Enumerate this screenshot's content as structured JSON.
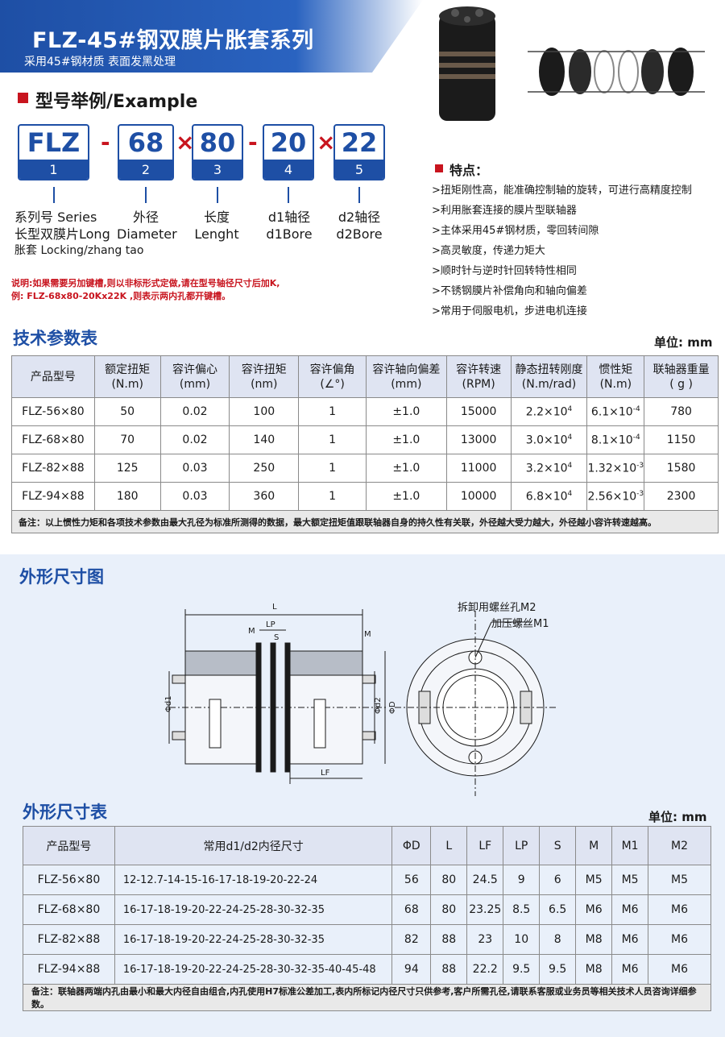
{
  "header": {
    "title": "FLZ-45#钢双膜片胀套系列",
    "subtitle": "采用45#钢材质 表面发黑处理"
  },
  "example": {
    "heading": "型号举例/Example",
    "boxes": [
      {
        "code": "FLZ",
        "num": "1"
      },
      {
        "code": "68",
        "num": "2"
      },
      {
        "code": "80",
        "num": "3"
      },
      {
        "code": "20",
        "num": "4"
      },
      {
        "code": "22",
        "num": "5"
      }
    ],
    "separators": [
      "-",
      "×",
      "-",
      "×"
    ],
    "captions": [
      {
        "l1": "系列号 Series",
        "l2": "长型双膜片Long",
        "l3": "胀套 Locking/zhang tao"
      },
      {
        "l1": "外径",
        "l2": "Diameter"
      },
      {
        "l1": "长度",
        "l2": "Lenght"
      },
      {
        "l1": "d1轴径",
        "l2": "d1Bore"
      },
      {
        "l1": "d2轴径",
        "l2": "d2Bore"
      }
    ],
    "note_line1": "说明:如果需要另加键槽,则以非标形式定做,请在型号轴径尺寸后加K,",
    "note_line2": "例: FLZ-68x80-20Kx22K ,则表示两内孔都开键槽。"
  },
  "features": {
    "heading": "特点：",
    "items": [
      ">扭矩刚性高，能准确控制轴的旋转，可进行高精度控制",
      ">利用胀套连接的膜片型联轴器",
      ">主体采用45#钢材质，零回转间隙",
      ">高灵敏度，传递力矩大",
      ">顺时针与逆时针回转特性相同",
      ">不锈钢膜片补偿角向和轴向偏差",
      ">常用于伺服电机，步进电机连接"
    ]
  },
  "tech_table": {
    "heading": "技术参数表",
    "unit": "单位: mm",
    "headers": [
      {
        "l1": "产品型号",
        "l2": ""
      },
      {
        "l1": "额定扭矩",
        "l2": "(N.m)"
      },
      {
        "l1": "容许偏心",
        "l2": "(mm)"
      },
      {
        "l1": "容许扭矩",
        "l2": "(nm)"
      },
      {
        "l1": "容许偏角",
        "l2": "(∠°)"
      },
      {
        "l1": "容许轴向偏差",
        "l2": "(mm)"
      },
      {
        "l1": "容许转速",
        "l2": "(RPM)"
      },
      {
        "l1": "静态扭转刚度",
        "l2": "(N.m/rad)"
      },
      {
        "l1": "惯性矩",
        "l2": "(N.m)"
      },
      {
        "l1": "联轴器重量",
        "l2": "( g )"
      }
    ],
    "rows": [
      {
        "model": "FLZ-56×80",
        "torque": "50",
        "ecc": "0.02",
        "allow": "100",
        "angle": "1",
        "axial": "±1.0",
        "rpm": "15000",
        "stiff_base": "2.2×10",
        "stiff_exp": "4",
        "inertia_base": "6.1×10",
        "inertia_exp": "-4",
        "weight": "780"
      },
      {
        "model": "FLZ-68×80",
        "torque": "70",
        "ecc": "0.02",
        "allow": "140",
        "angle": "1",
        "axial": "±1.0",
        "rpm": "13000",
        "stiff_base": "3.0×10",
        "stiff_exp": "4",
        "inertia_base": "8.1×10",
        "inertia_exp": "-4",
        "weight": "1150"
      },
      {
        "model": "FLZ-82×88",
        "torque": "125",
        "ecc": "0.03",
        "allow": "250",
        "angle": "1",
        "axial": "±1.0",
        "rpm": "11000",
        "stiff_base": "3.2×10",
        "stiff_exp": "4",
        "inertia_base": "1.32×10",
        "inertia_exp": "-3",
        "weight": "1580"
      },
      {
        "model": "FLZ-94×88",
        "torque": "180",
        "ecc": "0.03",
        "allow": "360",
        "angle": "1",
        "axial": "±1.0",
        "rpm": "10000",
        "stiff_base": "6.8×10",
        "stiff_exp": "4",
        "inertia_base": "2.56×10",
        "inertia_exp": "-3",
        "weight": "2300"
      }
    ],
    "note": "备注：以上惯性力矩和各项技术参数由最大孔径为标准所测得的数据，最大额定扭矩值跟联轴器自身的持久性有关联，外径越大受力越大，外径越小容许转速越高。"
  },
  "drawing": {
    "heading": "外形尺寸图",
    "labels": {
      "L": "L",
      "LP": "LP",
      "M": "M",
      "M_right": "M",
      "S": "S",
      "LF": "LF",
      "d1": "Φd1",
      "d2": "Φd2",
      "D": "ΦD",
      "m2": "拆卸用螺丝孔M2",
      "m1": "加压螺丝M1"
    }
  },
  "dim_table": {
    "heading": "外形尺寸表",
    "unit": "单位: mm",
    "headers": [
      "产品型号",
      "常用d1/d2内径尺寸",
      "ΦD",
      "L",
      "LF",
      "LP",
      "S",
      "M",
      "M1",
      "M2"
    ],
    "rows": [
      {
        "model": "FLZ-56×80",
        "bores": "12-12.7-14-15-16-17-18-19-20-22-24",
        "D": "56",
        "L": "80",
        "LF": "24.5",
        "LP": "9",
        "S": "6",
        "M": "M5",
        "M1": "M5",
        "M2": "M5"
      },
      {
        "model": "FLZ-68×80",
        "bores": "16-17-18-19-20-22-24-25-28-30-32-35",
        "D": "68",
        "L": "80",
        "LF": "23.25",
        "LP": "8.5",
        "S": "6.5",
        "M": "M6",
        "M1": "M6",
        "M2": "M6"
      },
      {
        "model": "FLZ-82×88",
        "bores": "16-17-18-19-20-22-24-25-28-30-32-35",
        "D": "82",
        "L": "88",
        "LF": "23",
        "LP": "10",
        "S": "8",
        "M": "M8",
        "M1": "M6",
        "M2": "M6"
      },
      {
        "model": "FLZ-94×88",
        "bores": "16-17-18-19-20-22-24-25-28-30-32-35-40-45-48",
        "D": "94",
        "L": "88",
        "LF": "22.2",
        "LP": "9.5",
        "S": "9.5",
        "M": "M8",
        "M1": "M6",
        "M2": "M6"
      }
    ],
    "note": "备注：联轴器两端内孔由最小和最大内径自由组合,内孔使用H7标准公差加工,表内所标记内径尺寸只供参考,客户所需孔径,请联系客服或业务员等相关技术人员咨询详细参数。"
  }
}
